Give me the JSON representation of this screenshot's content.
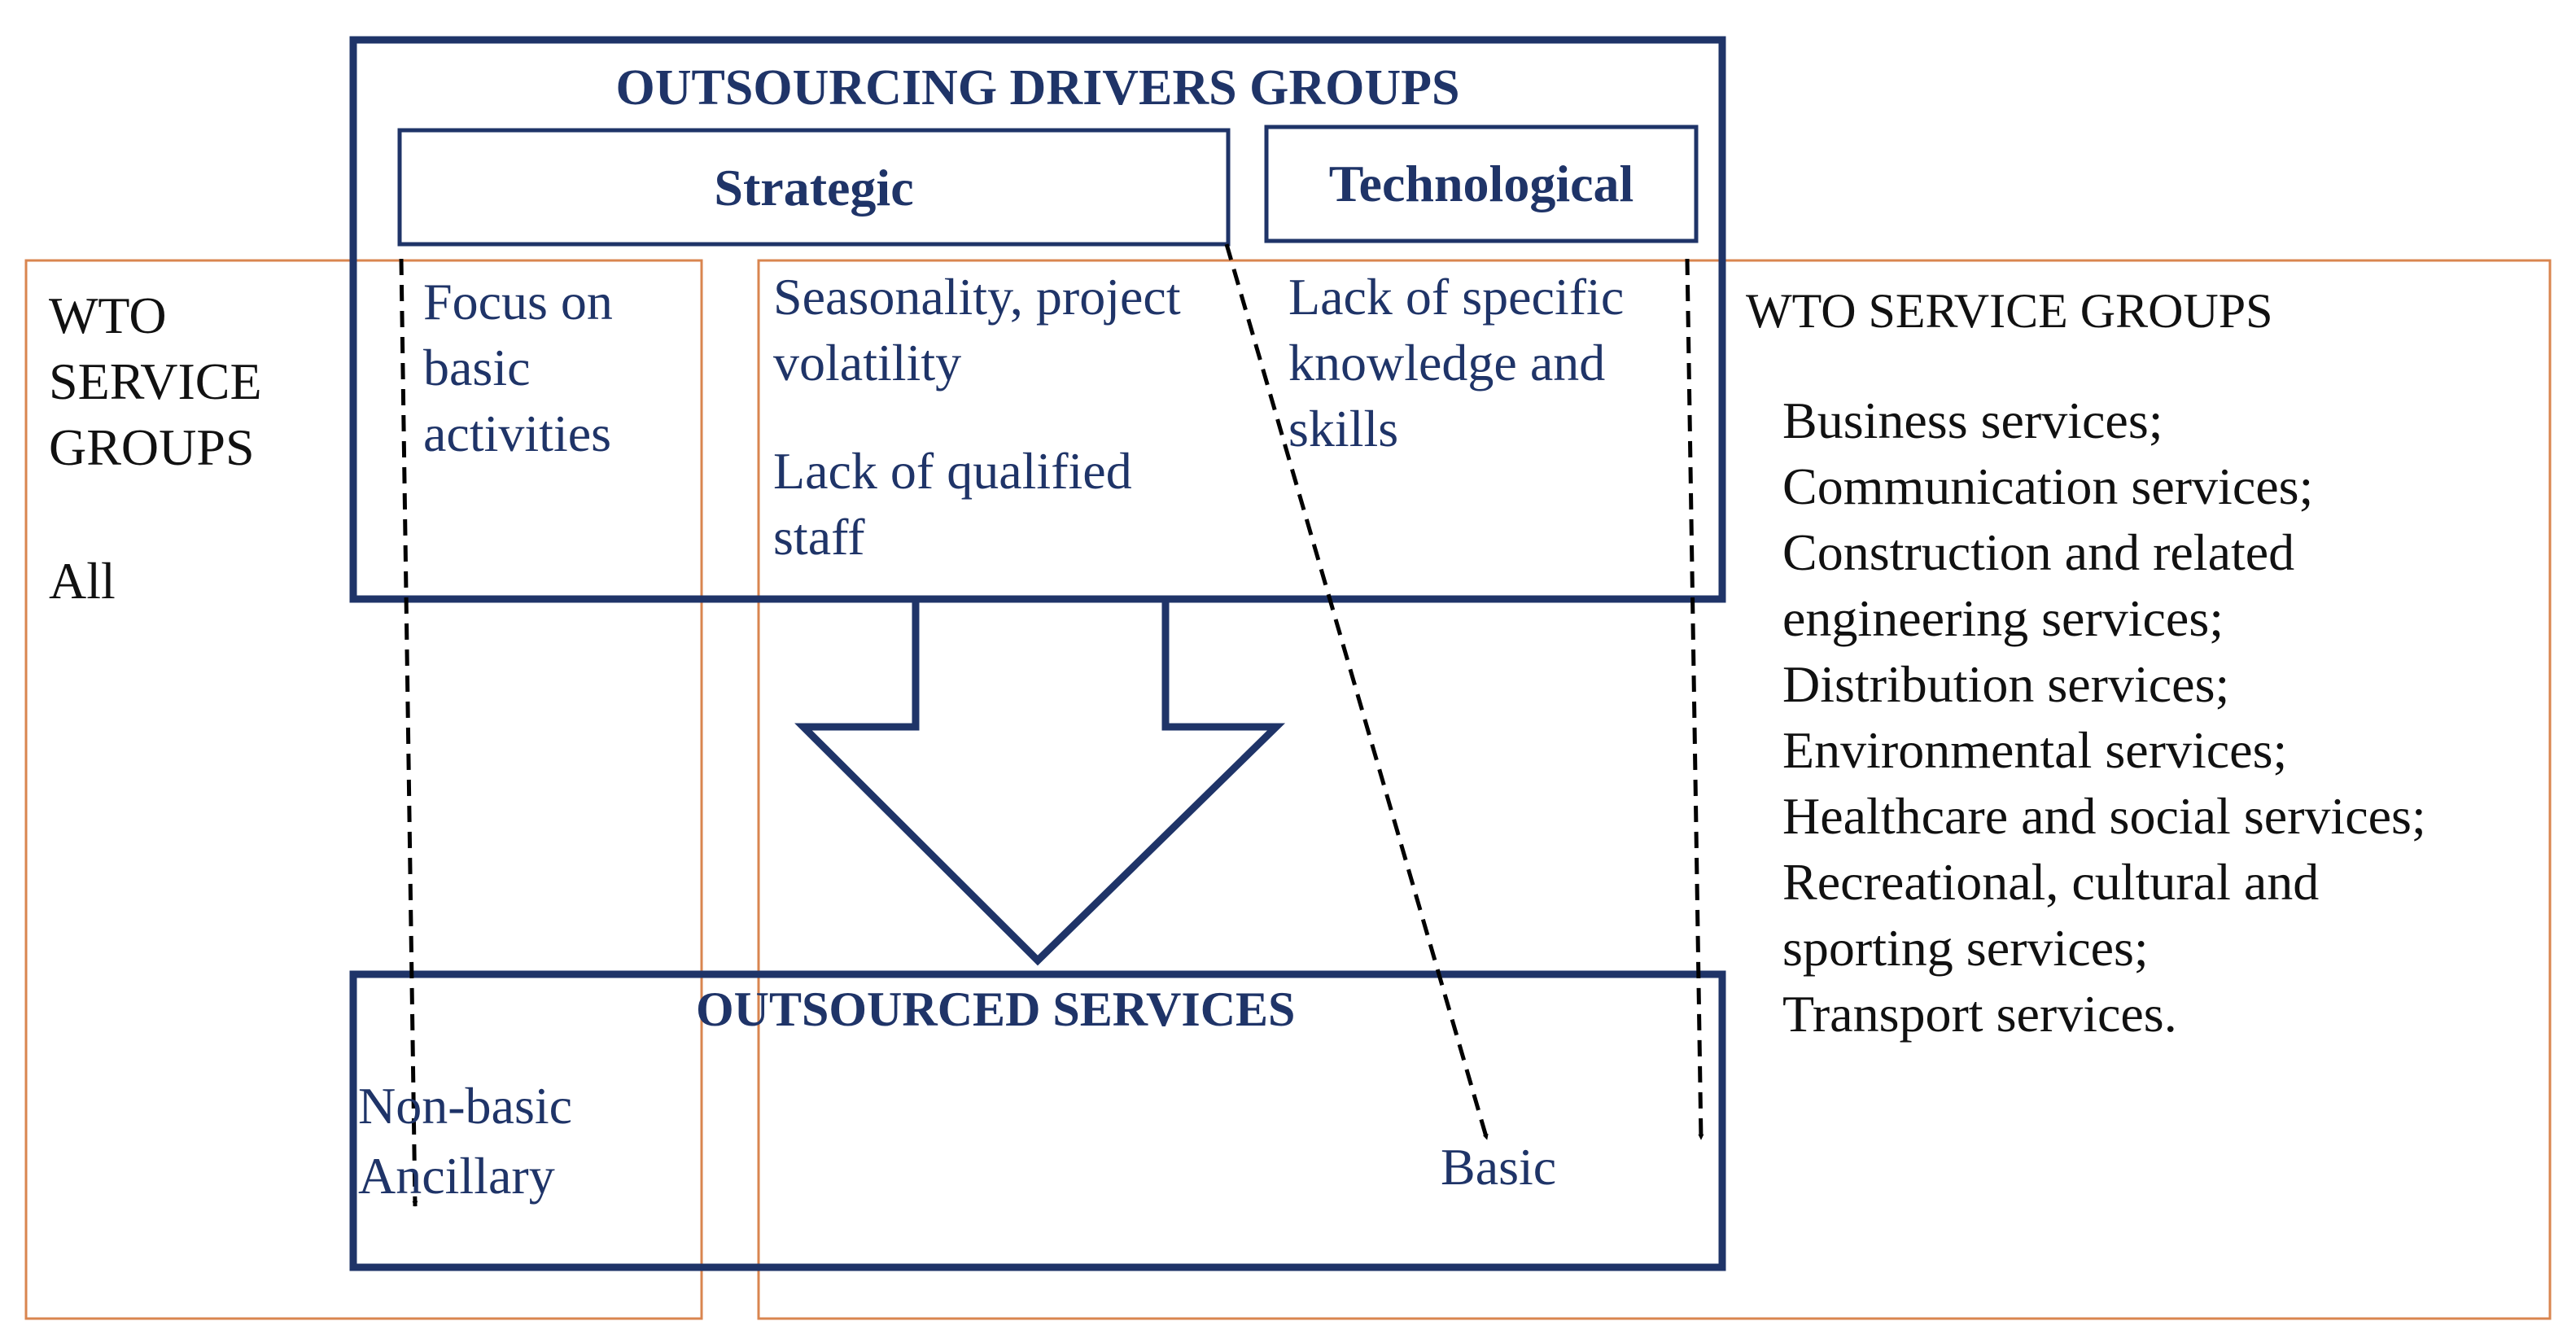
{
  "drivers_box": {
    "title": "OUTSOURCING DRIVERS GROUPS",
    "strategic_label": "Strategic",
    "technological_label": "Technological"
  },
  "drivers": {
    "focus": [
      "Focus on",
      "basic",
      "activities"
    ],
    "seasonality": [
      "Seasonality, project",
      "volatility"
    ],
    "qualified_staff": [
      "Lack of qualified",
      "staff"
    ],
    "knowledge": [
      "Lack of specific",
      "knowledge and",
      "skills"
    ]
  },
  "left_panel": {
    "title": [
      "WTO",
      "SERVICE",
      "GROUPS"
    ],
    "value": "All"
  },
  "right_panel": {
    "title": "WTO SERVICE GROUPS",
    "items": [
      "Business services;",
      "Communication services;",
      "Construction and related",
      "engineering services;",
      "Distribution services;",
      "Environmental services;",
      "Healthcare and social services;",
      "Recreational, cultural and",
      "sporting services;",
      "Transport services."
    ]
  },
  "outsourced_box": {
    "title": "OUTSOURCED SERVICES",
    "non_basic": [
      "Non-basic",
      "Ancillary"
    ],
    "basic": "Basic"
  },
  "colors": {
    "navy": "#1f3468",
    "orange_border": "#d9854f",
    "text_black": "#111111"
  }
}
